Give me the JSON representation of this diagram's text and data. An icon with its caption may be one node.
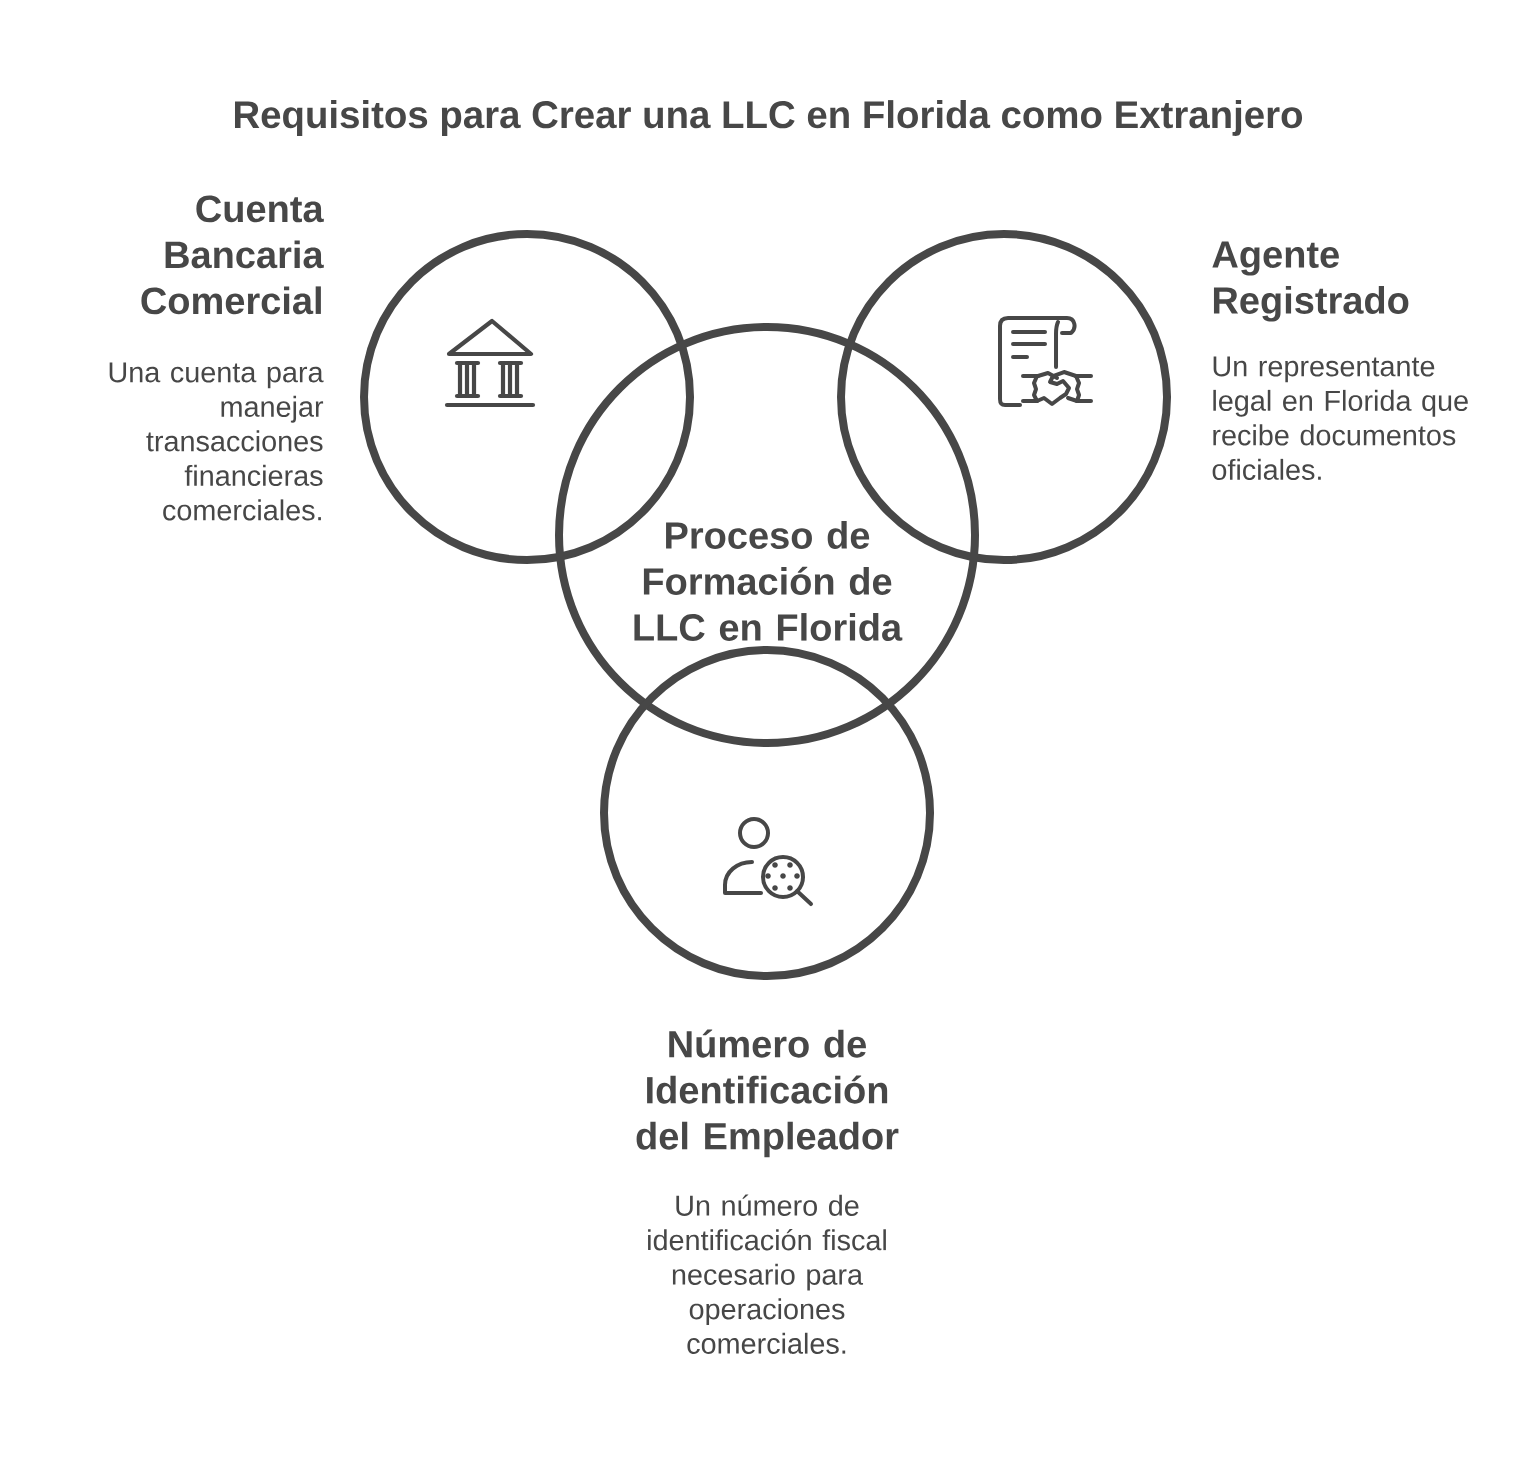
{
  "diagram": {
    "title": "Requisitos para Crear una LLC en Florida como Extranjero",
    "nodes": [
      {
        "text": [
          "Cuenta Bancaria Comercial",
          "Una cuenta para manejar transacciones financieras comerciales."
        ]
      },
      {
        "text": [
          "Agente Registrado",
          "Un representante legal en Florida que recibe documentos oficiales."
        ]
      },
      {
        "text": [
          "Proceso de Formación de LLC en Florida"
        ]
      },
      {
        "text": [
          "Número de Identificación del Empleador",
          "Un número de identificación fiscal necesario para operaciones comerciales."
        ]
      }
    ]
  }
}
